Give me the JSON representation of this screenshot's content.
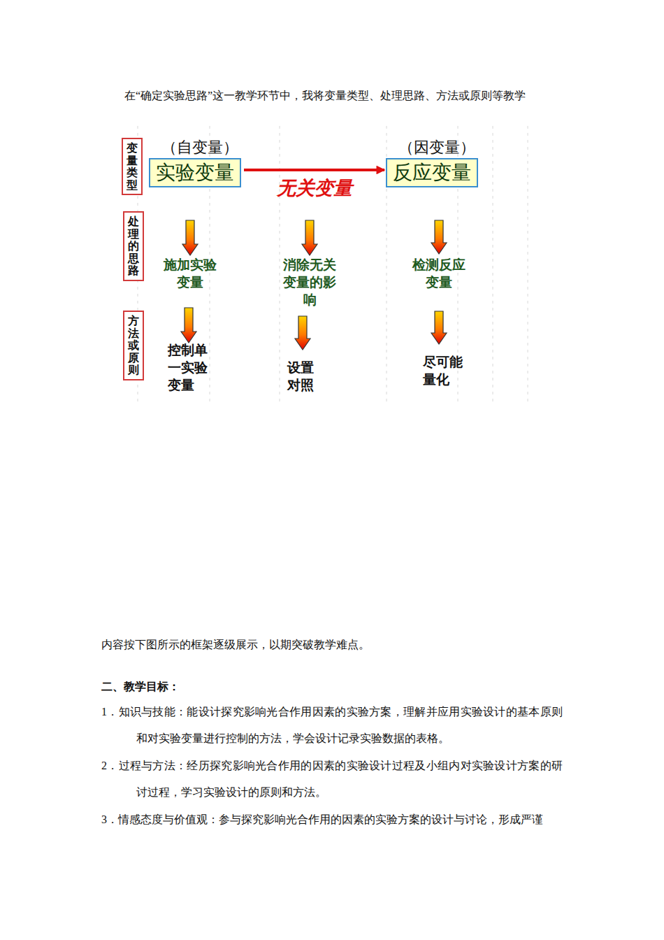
{
  "diagram": {
    "nodes": [
      {
        "text": [
          "变量类型"
        ]
      },
      {
        "text": [
          "（自变量）",
          "实验变量"
        ]
      },
      {
        "text": [
          "（因变量）",
          "反应变量"
        ]
      },
      {
        "text": [
          "处理的思路"
        ]
      },
      {
        "text": [
          "方法或原则"
        ]
      }
    ],
    "edges": [
      {
        "from": 1,
        "to": 2,
        "label": "无关变量",
        "arrow": "to"
      }
    ],
    "labels": [
      "在“确定实验思路”这一教学环节中，我将变量类型、处理思路、方法或原则等教学",
      "施加实验变量",
      "消除无关变量的影响",
      "检测反应变量",
      "控制单一实验变量",
      "设置对照",
      "尽可能量化",
      "内容按下图所示的框架逐级展示，以期突破教学难点。",
      "二、教学目标：",
      "1．知识与技能：能设计探究影响光合作用因素的实验方案，理解并应用实验设计的基本原则和对实验变量进行控制的方法，学会设计记录实验数据的表格。",
      "2．过程与方法：经历探究影响光合作用的因素的实验设计过程及小组内对实验设计方案的研讨过程，学习实验设计的原则和方法。",
      "3．情感态度与价值观：参与探究影响光合作用的因素的实验方案的设计与讨论，形成严谨"
    ]
  }
}
